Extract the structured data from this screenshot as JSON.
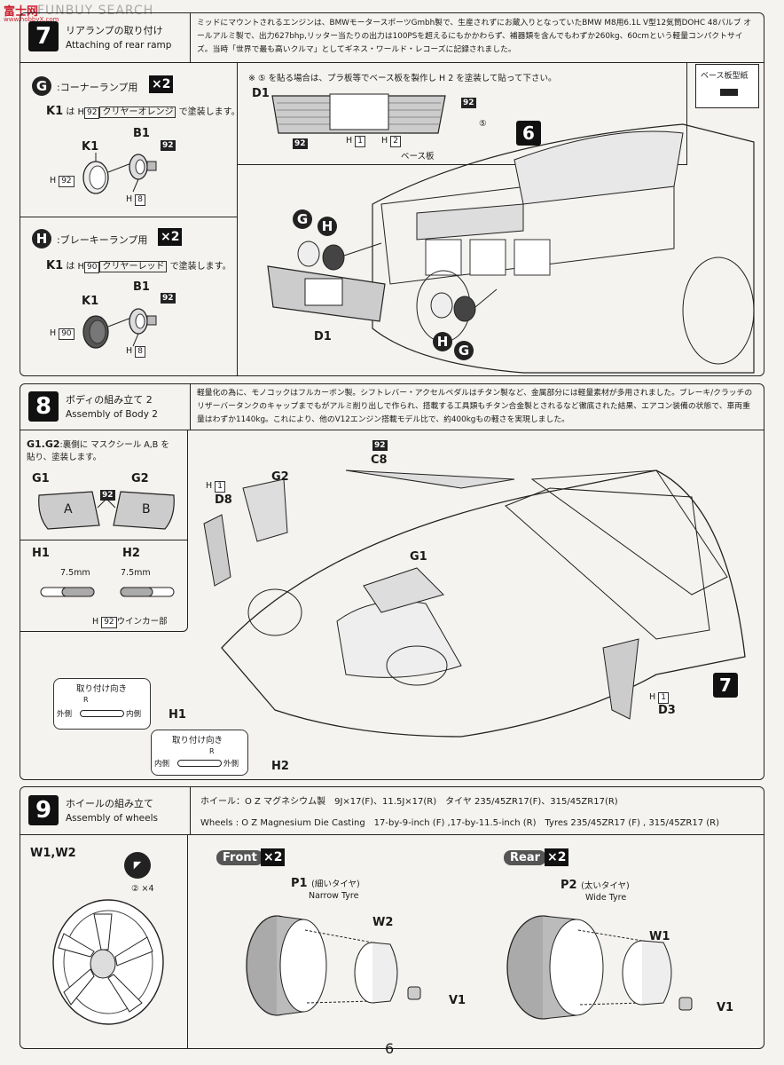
{
  "watermark": {
    "site": "FUNBUY SEARCH",
    "logo_text": "富士网",
    "logo_sub": "www.hobbyX.com"
  },
  "step7": {
    "number": "7",
    "title_jp": "リアランプの取り付け",
    "title_en": "Attaching of rear ramp",
    "note": "ミッドにマウントされるエンジンは、BMWモータースポーツGmbh製で、生産されずにお蔵入りとなっていたBMW M8用6.1L V型12気筒DOHC 48バルブ オールアルミ製で、出力627bhp,リッター当たりの出力は100PSを超えるにもかかわらず、補器類を含んでもわずか260kg、60cmという軽量コンパクトサイズ。当時「世界で最も高いクルマ」としてギネス・ワールド・レコーズに記録されました。",
    "sub_g": {
      "letter": "G",
      "title": ":コーナーランプ用",
      "qty": "×2",
      "paint_part": "K1",
      "paint_pre": "は",
      "paint_h": "H",
      "paint_num": "92",
      "paint_name": "クリヤーオレンジ",
      "paint_post": "で塗装します。",
      "labels": {
        "k1": "K1",
        "b1": "B1",
        "h92": "92",
        "h8": "8",
        "h": "H",
        "c92": "92"
      }
    },
    "sub_h": {
      "letter": "H",
      "title": ":ブレーキーランプ用",
      "qty": "×2",
      "paint_part": "K1",
      "paint_pre": "は",
      "paint_h": "H",
      "paint_num": "90",
      "paint_name": "クリヤーレッド",
      "paint_post": "で塗装します。",
      "labels": {
        "k1": "K1",
        "b1": "B1",
        "h90": "90",
        "h8": "8",
        "h": "H",
        "c92": "92"
      }
    },
    "decal_note": "※ ⑤ を貼る場合は、プラ板等でベース板を製作し H 2 を塗装して貼って下さい。",
    "base_template": "ベース板型紙",
    "base_plate": "ベース板",
    "labels": {
      "d1": "D1",
      "h1": "H",
      "n1": "1",
      "n2": "2",
      "n92": "92",
      "n5": "⑤",
      "six": "6",
      "g": "G",
      "h": "H"
    }
  },
  "step8": {
    "number": "8",
    "title_jp": "ボディの組み立て 2",
    "title_en": "Assembly of Body 2",
    "note": "軽量化の為に、モノコックはフルカーボン製。シフトレバー・アクセルペダルはチタン製など、金属部分には軽量素材が多用されました。ブレーキ/クラッチのリザーバータンクのキャップまでもがアルミ削り出しで作られ、搭載する工具類もチタン合金製とされるなど徹底された結果、エアコン装備の状態で、車両重量はわずか1140kg。これにより、他のV12エンジン搭載モデル比で、約400kgもの軽さを実現しました。",
    "g_note_title": "G1.G2",
    "g_note": ":裏側に マスクシール A,B を貼り、塗装します。",
    "labels": {
      "g1": "G1",
      "g2": "G2",
      "a": "A",
      "b": "B",
      "n92": "92",
      "h1": "H1",
      "h2": "H2",
      "d8": "D8",
      "d3": "D3",
      "c8": "C8",
      "seven": "7",
      "h": "H",
      "n1": "1"
    },
    "dim": "7.5mm",
    "winker": "ウインカー部",
    "mount_dir": "取り付け向き",
    "outer": "外側",
    "inner": "内側",
    "r": "R"
  },
  "step9": {
    "number": "9",
    "title_jp": "ホイールの組み立て",
    "title_en": "Assembly of wheels",
    "spec_jp": "ホイール：O Z マグネシウム製　9J×17(F)、11.5J×17(R)　タイヤ 235/45ZR17(F)、315/45ZR17(R)",
    "spec_en": "Wheels : O Z Magnesium Die Casting　17-by-9-inch (F) ,17-by-11.5-inch (R)　Tyres 235/45ZR17 (F) , 315/45ZR17 (R)",
    "w_label": "W1,W2",
    "decal": "② ×4",
    "front": "Front",
    "rear": "Rear",
    "qty": "×2",
    "p1": "P1",
    "p1_jp": "(細いタイヤ)",
    "p1_en": "Narrow Tyre",
    "p2": "P2",
    "p2_jp": "(太いタイヤ)",
    "p2_en": "Wide Tyre",
    "w1": "W1",
    "w2": "W2",
    "v1": "V1"
  },
  "page_number": "6"
}
